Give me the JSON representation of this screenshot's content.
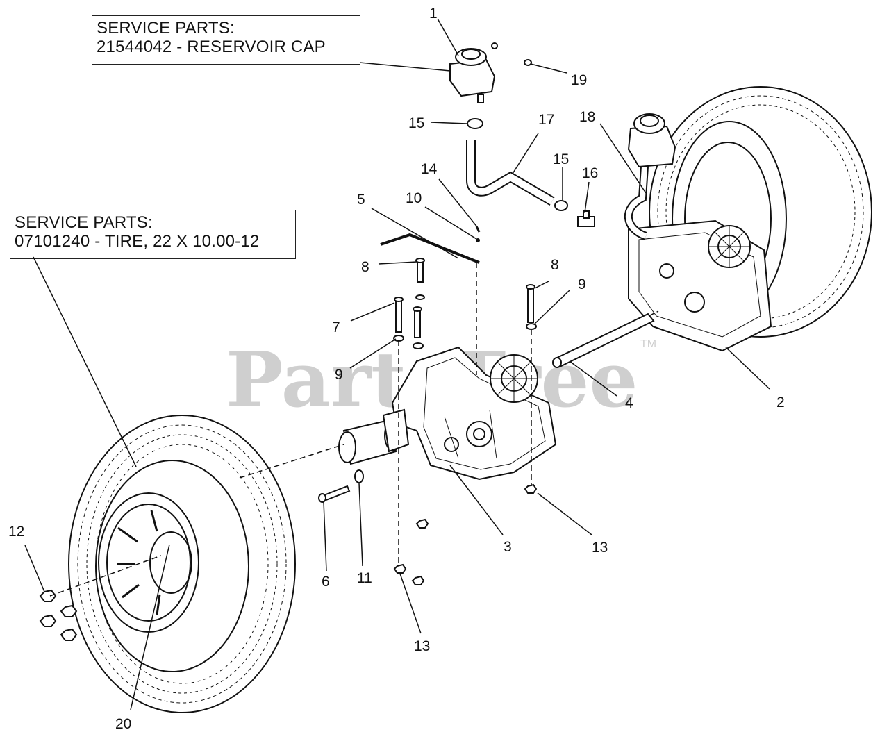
{
  "service_boxes": {
    "reservoir": {
      "line1": "SERVICE PARTS:",
      "line2": "21544042 - RESERVOIR CAP"
    },
    "tire": {
      "line1": "SERVICE PARTS:",
      "line2": "07101240 - TIRE, 22 X 10.00-12"
    }
  },
  "watermark": {
    "text": "PartsTree",
    "trademark": "TM"
  },
  "callouts": {
    "n1": "1",
    "n2": "2",
    "n3": "3",
    "n4": "4",
    "n5": "5",
    "n6": "6",
    "n7": "7",
    "n8a": "8",
    "n8b": "8",
    "n9a": "9",
    "n9b": "9",
    "n10": "10",
    "n11": "11",
    "n12": "12",
    "n13a": "13",
    "n13b": "13",
    "n14": "14",
    "n15a": "15",
    "n15b": "15",
    "n16": "16",
    "n17": "17",
    "n18": "18",
    "n19": "19",
    "n20": "20"
  },
  "colors": {
    "line": "#111111",
    "watermark": "#cfcfcf"
  }
}
